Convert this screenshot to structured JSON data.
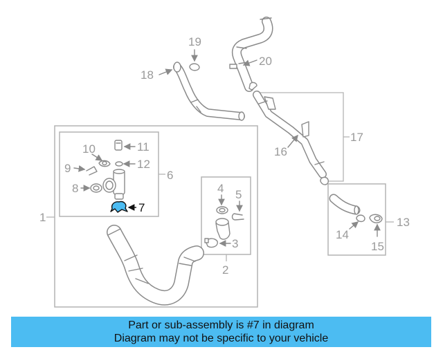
{
  "labels": {
    "c1": "1",
    "c2": "2",
    "c3": "3",
    "c4": "4",
    "c5": "5",
    "c6": "6",
    "c7": "7",
    "c8": "8",
    "c9": "9",
    "c10": "10",
    "c11": "11",
    "c12": "12",
    "c13": "13",
    "c14": "14",
    "c15": "15",
    "c16": "16",
    "c17": "17",
    "c18": "18",
    "c19": "19",
    "c20": "20"
  },
  "highlight_part": "7",
  "colors": {
    "highlight_part_fill": "#4cbcf2",
    "caption_background": "#4cbcf2",
    "line_gray": "#b3b3b3"
  },
  "caption": {
    "line1": "Part or sub-assembly is #7 in diagram",
    "line2": "Diagram may not be specific to your vehicle"
  }
}
